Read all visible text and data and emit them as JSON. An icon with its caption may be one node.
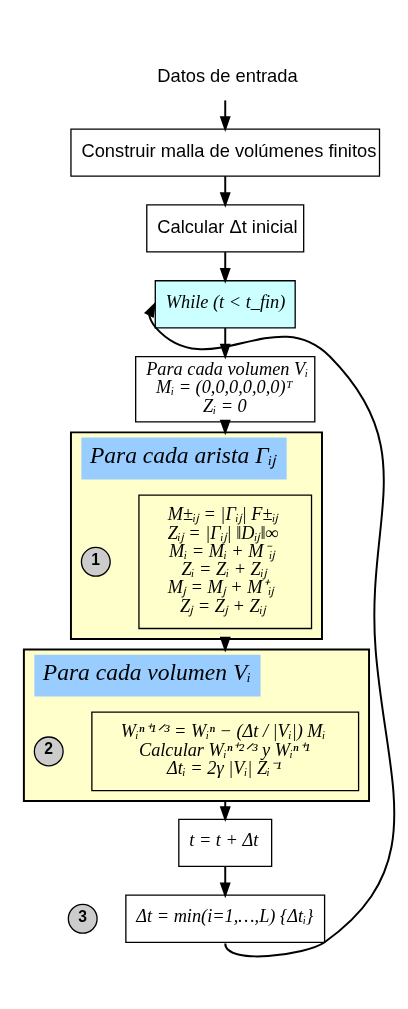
{
  "diagram": {
    "nodes": [
      {
        "text": [
          "Datos de entrada"
        ]
      },
      {
        "text": [
          "Construir malla de volúmenes finitos"
        ]
      },
      {
        "text": [
          "Calcular Δt inicial"
        ]
      },
      {
        "text": [
          "While (t < t_fin)"
        ]
      },
      {
        "text": [
          "Para cada volumen Vᵢ",
          "Mᵢ = (0,0,0,0,0,0)ᵀ",
          "Zᵢ = 0"
        ]
      },
      {
        "text": [
          "Para cada arista Γᵢⱼ"
        ],
        "beside": [
          "1"
        ]
      },
      {
        "text": [
          "M±ᵢⱼ = |Γᵢⱼ| F±ᵢⱼ",
          "Zᵢⱼ = |Γᵢⱼ| ‖Dᵢⱼ‖∞",
          "Mᵢ = Mᵢ + M⁻ᵢⱼ",
          "Zᵢ = Zᵢ + Zᵢⱼ",
          "Mⱼ = Mⱼ + M⁺ᵢⱼ",
          "Zⱼ = Zⱼ + Zᵢⱼ"
        ],
        "in": 5
      },
      {
        "text": [
          "Para cada volumen Vᵢ"
        ],
        "beside": [
          "2"
        ]
      },
      {
        "text": [
          "Wᵢⁿ⁺¹ᐟ³ = Wᵢⁿ − (Δt / |Vᵢ|) Mᵢ",
          "Calcular Wᵢⁿ⁺²ᐟ³ y Wᵢⁿ⁺¹",
          "Δtᵢ = 2γ |Vᵢ| Zᵢ⁻¹"
        ],
        "in": 7
      },
      {
        "text": [
          "t = t + Δt"
        ]
      },
      {
        "text": [
          "Δt = min(i=1,…,L) {Δtᵢ}"
        ],
        "beside": [
          "3"
        ]
      }
    ],
    "edges": [
      {
        "from": 0,
        "to": 1,
        "arrow": "to"
      },
      {
        "from": 1,
        "to": 2,
        "arrow": "to"
      },
      {
        "from": 2,
        "to": 3,
        "arrow": "to"
      },
      {
        "from": 3,
        "to": 4,
        "arrow": "to"
      },
      {
        "from": 4,
        "to": 5,
        "arrow": "to"
      },
      {
        "from": 5,
        "to": 7,
        "arrow": "to"
      },
      {
        "from": 7,
        "to": 9,
        "arrow": "to"
      },
      {
        "from": 9,
        "to": 10,
        "arrow": "to"
      },
      {
        "from": 10,
        "to": 3,
        "arrow": "to"
      }
    ]
  }
}
